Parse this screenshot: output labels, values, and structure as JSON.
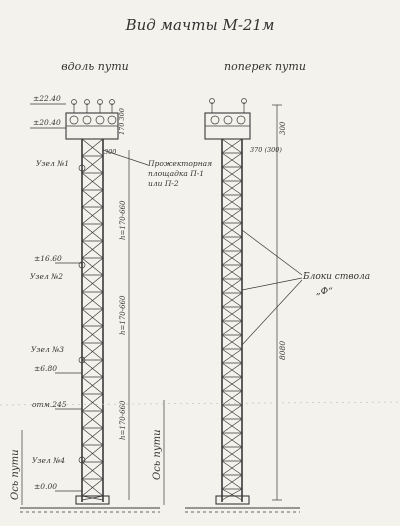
{
  "title": "Вид мачты М-21м",
  "views": {
    "along": "вдоль пути",
    "across": "поперек пути"
  },
  "left_labels": {
    "top_mark_1": "±22.40",
    "top_mark_2": "±20.40",
    "node_1": "Узел №1",
    "mark_1660": "±16.60",
    "node_2": "Узел №2",
    "node_3": "Узел №3",
    "mark_680": "±6.80",
    "mark_245": "отм.245",
    "node_4": "Узел №4",
    "mark_000": "±0.00",
    "axis_left": "Ось пути",
    "axis_right": "Ось пути"
  },
  "callouts": {
    "platform": "Прожекторная площадка П-1 или П-2",
    "blocks": "Блоки ствола „Ф“"
  },
  "dimensions": {
    "h_top": "h=170-660",
    "h_mid": "h=170-660",
    "h_bot": "h=170-660",
    "d_300a": "300",
    "d_300b": "300",
    "d_370": "370 (300)",
    "d_8080": "8080",
    "d_170": "170 300"
  }
}
